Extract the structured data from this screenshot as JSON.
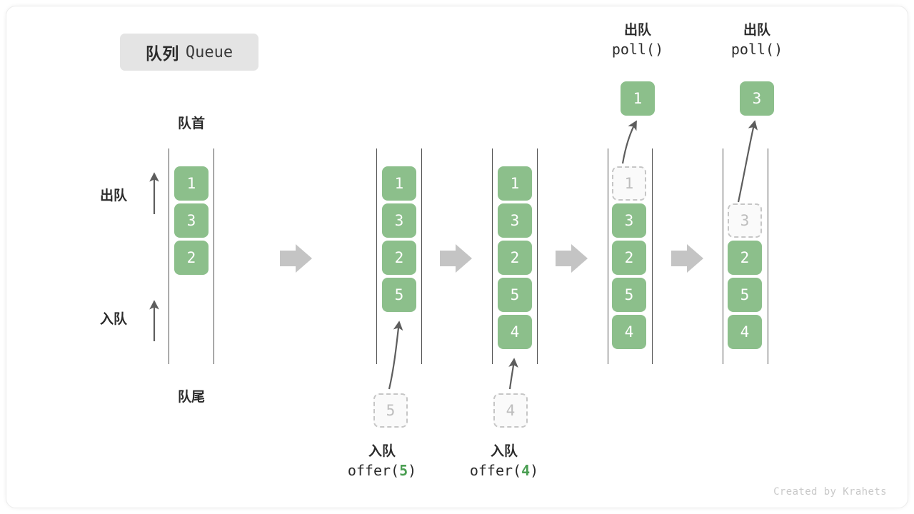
{
  "title": {
    "cn": "队列",
    "en": "Queue"
  },
  "labels": {
    "head": "队首",
    "tail": "队尾",
    "dequeue_side": "出队",
    "enqueue_side": "入队"
  },
  "footer": "Created by Krahets",
  "colors": {
    "cell_green": "#8cbf8b",
    "ghost_fill": "#fafafa",
    "ghost_border": "#c6c6c6",
    "ghost_text": "#bdbdbd",
    "rail": "#4f4f4f",
    "arrow_gray": "#c4c4c4",
    "curve_arrow": "#5d5d5d",
    "accent_number": "#4a9e52",
    "title_chip_bg": "#e4e4e4"
  },
  "columns": [
    {
      "name": "initial-queue",
      "cells": [
        {
          "value": "1",
          "ghost": false
        },
        {
          "value": "3",
          "ghost": false
        },
        {
          "value": "2",
          "ghost": false
        }
      ]
    },
    {
      "name": "after-offer-5",
      "cells": [
        {
          "value": "1",
          "ghost": false
        },
        {
          "value": "3",
          "ghost": false
        },
        {
          "value": "2",
          "ghost": false
        },
        {
          "value": "5",
          "ghost": false
        }
      ],
      "incoming": {
        "value": "5"
      },
      "caption": {
        "cn": "入队",
        "code_prefix": "offer(",
        "code_num": "5",
        "code_suffix": ")"
      }
    },
    {
      "name": "after-offer-4",
      "cells": [
        {
          "value": "1",
          "ghost": false
        },
        {
          "value": "3",
          "ghost": false
        },
        {
          "value": "2",
          "ghost": false
        },
        {
          "value": "5",
          "ghost": false
        },
        {
          "value": "4",
          "ghost": false
        }
      ],
      "incoming": {
        "value": "4"
      },
      "caption": {
        "cn": "入队",
        "code_prefix": "offer(",
        "code_num": "4",
        "code_suffix": ")"
      }
    },
    {
      "name": "after-poll-1",
      "cells": [
        {
          "value": "1",
          "ghost": true
        },
        {
          "value": "3",
          "ghost": false
        },
        {
          "value": "2",
          "ghost": false
        },
        {
          "value": "5",
          "ghost": false
        },
        {
          "value": "4",
          "ghost": false
        }
      ],
      "popped": {
        "value": "1"
      },
      "top_caption": {
        "cn": "出队",
        "code": "poll()"
      }
    },
    {
      "name": "after-poll-3",
      "cells": [
        {
          "value": "3",
          "ghost": true
        },
        {
          "value": "2",
          "ghost": false
        },
        {
          "value": "5",
          "ghost": false
        },
        {
          "value": "4",
          "ghost": false
        }
      ],
      "popped": {
        "value": "3"
      },
      "top_caption": {
        "cn": "出队",
        "code": "poll()"
      }
    }
  ],
  "step_arrows": [
    {
      "name": "step-arrow-1"
    },
    {
      "name": "step-arrow-2"
    },
    {
      "name": "step-arrow-3"
    },
    {
      "name": "step-arrow-4"
    }
  ]
}
